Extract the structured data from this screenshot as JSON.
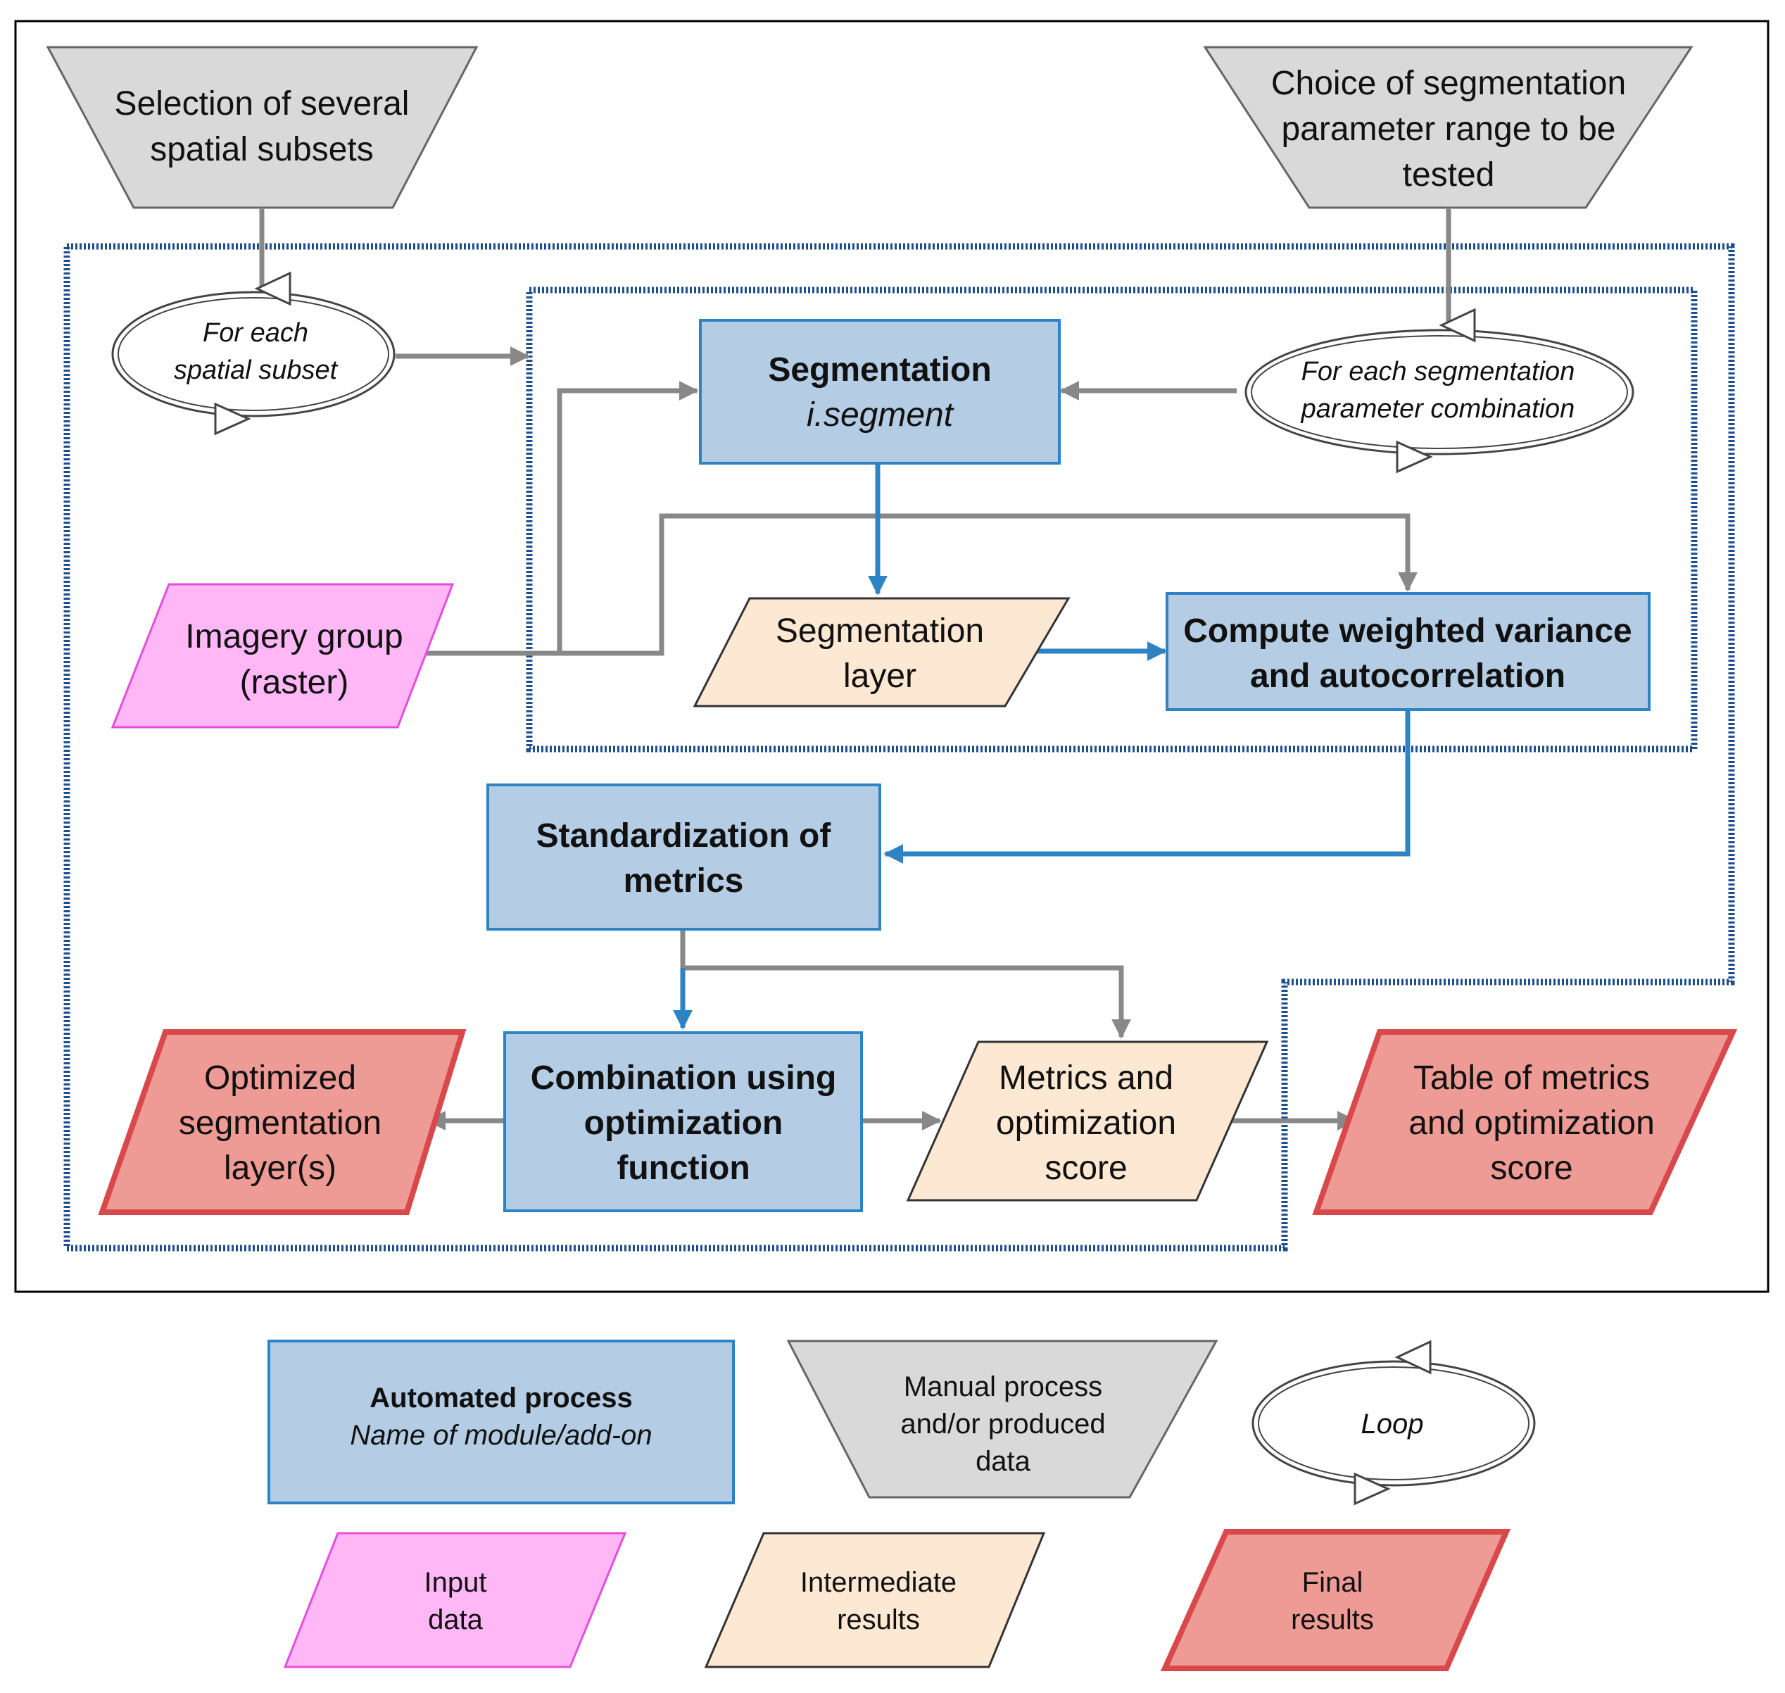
{
  "manual_inputs": {
    "spatial_subsets": [
      "Selection of several",
      "spatial subsets"
    ],
    "parameter_range": [
      "Choice of segmentation",
      "parameter range to be",
      "tested"
    ]
  },
  "loops": {
    "spatial_subset": [
      "For each",
      "spatial subset"
    ],
    "parameter_combination": [
      "For each segmentation",
      "parameter combination"
    ]
  },
  "processes": {
    "segmentation": {
      "title": "Segmentation",
      "module": "i.segment"
    },
    "compute_variance": [
      "Compute weighted variance",
      "and autocorrelation"
    ],
    "standardization": [
      "Standardization of",
      "metrics"
    ],
    "combination": [
      "Combination using",
      "optimization",
      "function"
    ]
  },
  "inputs": {
    "imagery_group": [
      "Imagery group",
      "(raster)"
    ]
  },
  "intermediate": {
    "segmentation_layer": [
      "Segmentation",
      "layer"
    ],
    "metrics_score": [
      "Metrics and",
      "optimization",
      "score"
    ]
  },
  "final": {
    "optimized_layers": [
      "Optimized",
      "segmentation",
      "layer(s)"
    ],
    "table_metrics": [
      "Table of metrics",
      "and optimization",
      "score"
    ]
  },
  "legend": {
    "automated": {
      "title": "Automated process",
      "subtitle": "Name of module/add-on"
    },
    "manual": [
      "Manual process",
      "and/or produced",
      "data"
    ],
    "loop": "Loop",
    "input": [
      "Input",
      "data"
    ],
    "intermediate": [
      "Intermediate",
      "results"
    ],
    "final": [
      "Final",
      "results"
    ]
  },
  "colors": {
    "process_fill": "#b4cde4",
    "process_stroke": "#2e83c5",
    "manual_fill": "#d9d9d9",
    "input_fill": "#ffb7f6",
    "input_stroke": "#e64ddb",
    "intermediate_fill": "#fde8d4",
    "final_fill": "#ee9b95",
    "final_stroke": "#d9484b",
    "gray_arrow": "#888888",
    "blue_arrow": "#2e83c5",
    "dotted_border": "#1f4e8c"
  }
}
